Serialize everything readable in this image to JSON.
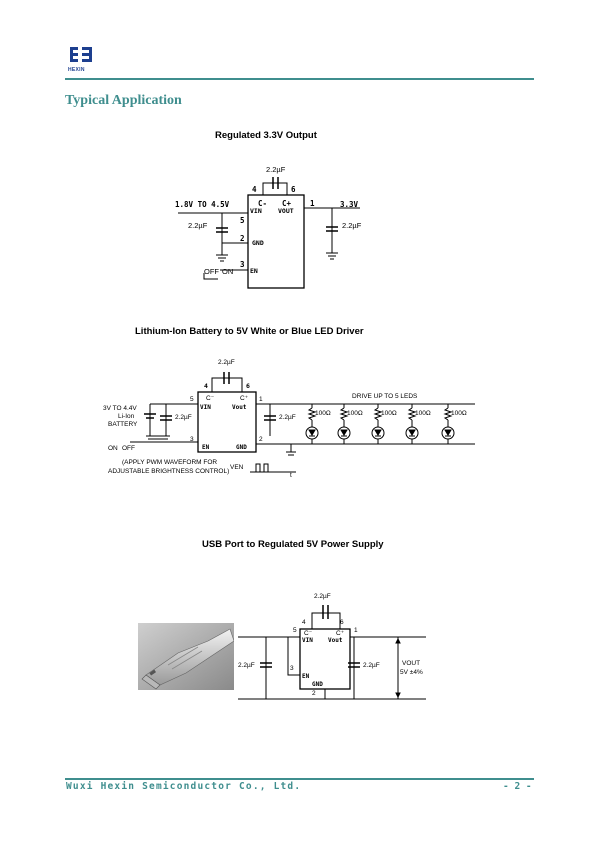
{
  "header": {
    "logo_text": "HEXIN"
  },
  "section_title": "Typical Application",
  "circuit1": {
    "caption": "Regulated 3.3V Output",
    "cap_top": "2.2µF",
    "pin4": "4",
    "pin6": "6",
    "pin5": "5",
    "pin2": "2",
    "pin3": "3",
    "pin1": "1",
    "cminus": "C-",
    "cplus": "C+",
    "vin": "VIN",
    "vout": "VOUT",
    "gnd": "GND",
    "en": "EN",
    "input_label": "1.8V TO 4.5V",
    "output_label": "3.3V",
    "cap_in": "2.2µF",
    "cap_out": "2.2µF",
    "off": "OFF",
    "on": "ON"
  },
  "circuit2": {
    "caption": "Lithium-Ion Battery to 5V White or Blue LED Driver",
    "cap_top": "2.2µF",
    "pin4": "4",
    "pin6": "6",
    "pin5": "5",
    "pin3": "3",
    "pin1": "1",
    "pin2": "2",
    "cminus": "C⁻",
    "cplus": "C⁺",
    "vin": "VIN",
    "vout": "Vout",
    "en": "EN",
    "gnd": "GND",
    "battery_1": "3V TO 4.4V",
    "battery_2": "Li-Ion",
    "battery_3": "BATTERY",
    "cap_in": "2.2µF",
    "cap_out": "2.2µF",
    "on": "ON",
    "off": "OFF",
    "drive_label": "DRIVE UP TO 5 LEDS",
    "resistors": [
      "100Ω",
      "100Ω",
      "100Ω",
      "100Ω",
      "100Ω"
    ],
    "pwm_1": "(APPLY PWM WAVEFORM FOR",
    "pwm_2": "ADJUSTABLE BRIGHTNESS CONTROL)",
    "ven": "VEN",
    "t": "t"
  },
  "circuit3": {
    "caption": "USB Port to Regulated 5V Power Supply",
    "cap_top": "2.2µF",
    "pin4": "4",
    "pin6": "6",
    "pin5": "5",
    "pin1": "1",
    "pin3": "3",
    "pin2": "2",
    "cminus": "C⁻",
    "cplus": "C⁺",
    "vin": "VIN",
    "vout": "Vout",
    "en": "EN",
    "gnd": "GND",
    "cap_in": "2.2µF",
    "cap_out": "2.2µF",
    "vout_label": "VOUT",
    "vout_value": "5V ±4%"
  },
  "footer": {
    "company": "Wuxi Hexin Semiconductor Co., Ltd.",
    "page": "- 2 -"
  },
  "colors": {
    "accent": "#3f8e8e",
    "logo": "#1d3f8f"
  }
}
